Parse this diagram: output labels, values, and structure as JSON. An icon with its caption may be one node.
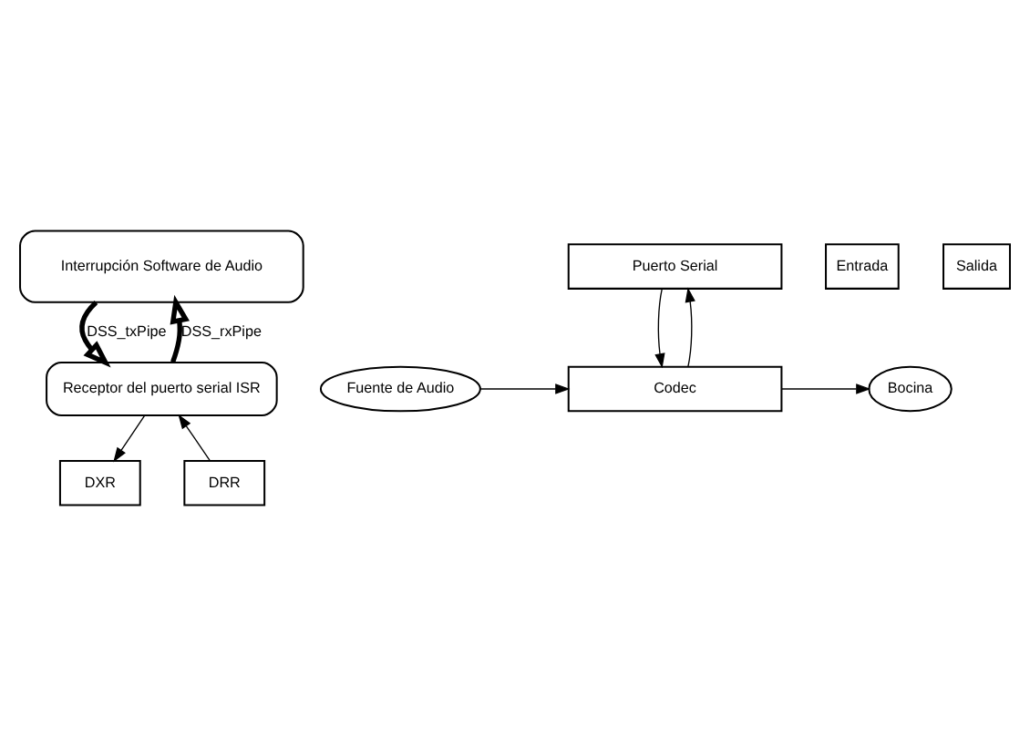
{
  "diagram": {
    "nodes": [
      {
        "text": [
          "Interrupción Software de Audio"
        ]
      },
      {
        "text": [
          "Receptor del puerto serial ISR"
        ]
      },
      {
        "text": [
          "DRR"
        ]
      },
      {
        "text": [
          "DXR"
        ]
      },
      {
        "text": [
          "Puerto Serial"
        ]
      },
      {
        "text": [
          "Codec"
        ]
      },
      {
        "text": [
          "Fuente de Audio"
        ]
      },
      {
        "text": [
          "Bocina"
        ]
      },
      {
        "text": [
          "Entrada"
        ]
      },
      {
        "text": [
          "Salida"
        ]
      }
    ],
    "edges": [
      {
        "from": 1,
        "to": 0,
        "arrow": "to",
        "label": "DSS_rxPipe",
        "style": "thick"
      },
      {
        "from": 0,
        "to": 1,
        "arrow": "to",
        "label": "DSS_txPipe",
        "style": "thick"
      },
      {
        "from": 2,
        "to": 1,
        "arrow": "to"
      },
      {
        "from": 1,
        "to": 3,
        "arrow": "to"
      },
      {
        "from": 5,
        "to": 4,
        "arrow": "to"
      },
      {
        "from": 4,
        "to": 5,
        "arrow": "to"
      },
      {
        "from": 6,
        "to": 5,
        "arrow": "to"
      },
      {
        "from": 5,
        "to": 7,
        "arrow": "to"
      }
    ]
  }
}
